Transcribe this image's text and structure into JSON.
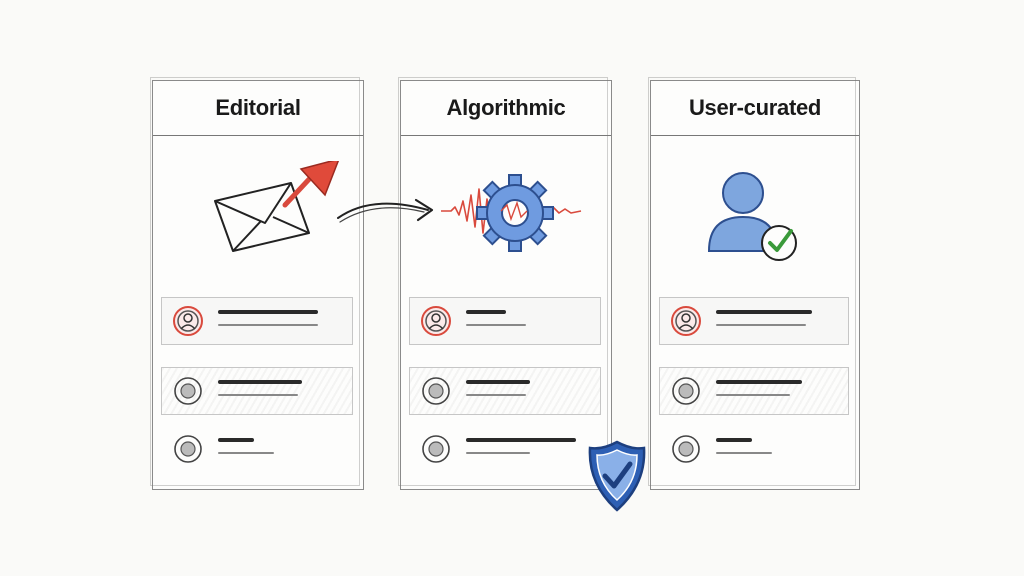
{
  "columns": [
    {
      "title": "Editorial",
      "icon": "envelope-send-icon",
      "highlight_avatar": "red"
    },
    {
      "title": "Algorithmic",
      "icon": "gear-waveform-icon",
      "highlight_avatar": "red"
    },
    {
      "title": "User-curated",
      "icon": "user-check-icon",
      "highlight_avatar": "red"
    }
  ],
  "connector_icon": "curved-arrow-icon",
  "badge_icon": "shield-check-icon",
  "colors": {
    "accent_red": "#d94a3d",
    "accent_blue": "#3f72c4",
    "accent_green": "#3a9a3a",
    "ink": "#1a1a1a"
  }
}
